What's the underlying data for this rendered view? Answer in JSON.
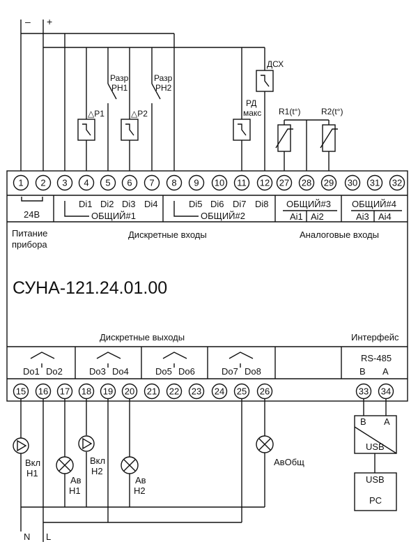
{
  "power": {
    "minus": "–",
    "plus": "+",
    "supply_label": "24В"
  },
  "device": {
    "model": "СУНА-121.24.01.00"
  },
  "top_terminals": [
    "1",
    "2",
    "3",
    "4",
    "5",
    "6",
    "7",
    "8",
    "9",
    "10",
    "11",
    "12",
    "27",
    "28",
    "29",
    "30",
    "31",
    "32"
  ],
  "bottom_terminals": [
    "15",
    "16",
    "17",
    "18",
    "19",
    "20",
    "21",
    "22",
    "23",
    "24",
    "25",
    "26",
    "33",
    "34"
  ],
  "inputs": {
    "di": [
      "Di1",
      "Di2",
      "Di3",
      "Di4",
      "Di5",
      "Di6",
      "Di7",
      "Di8"
    ],
    "common1": "ОБЩИЙ#1",
    "common2": "ОБЩИЙ#2",
    "common3": "ОБЩИЙ#3",
    "common4": "ОБЩИЙ#4",
    "ai": [
      "Ai1",
      "Ai2",
      "Ai3",
      "Ai4"
    ]
  },
  "section_labels": {
    "power_line1": "Питание",
    "power_line2": "прибора",
    "discrete_inputs": "Дискретные входы",
    "analog_inputs": "Аналоговые входы",
    "discrete_outputs": "Дискретные выходы",
    "interface": "Интерфейс"
  },
  "outputs": [
    "Do1",
    "Do2",
    "Do3",
    "Do4",
    "Do5",
    "Do6",
    "Do7",
    "Do8"
  ],
  "rs485": {
    "title": "RS-485",
    "b": "B",
    "a": "A"
  },
  "sensors": {
    "p1": "△P1",
    "p2": "△P2",
    "razr1_line1": "Разр",
    "razr1_line2": "РН1",
    "razr2_line1": "Разр",
    "razr2_line2": "РН2",
    "rd_line1": "РД",
    "rd_line2": "макс",
    "dsh": "ДСХ",
    "r1": "R1(t°)",
    "r2": "R2(t°)"
  },
  "loads": {
    "vkl1_line1": "Вкл",
    "vkl1_line2": "Н1",
    "av1_line1": "Ав",
    "av1_line2": "Н1",
    "vkl2_line1": "Вкл",
    "vkl2_line2": "Н2",
    "av2_line1": "Ав",
    "av2_line2": "Н2",
    "avobsh": "АвОбщ"
  },
  "converter": {
    "b": "B",
    "a": "A",
    "usb": "USB"
  },
  "pc": {
    "usb": "USB",
    "label": "PC"
  },
  "mains": {
    "n": "N",
    "l": "L"
  }
}
